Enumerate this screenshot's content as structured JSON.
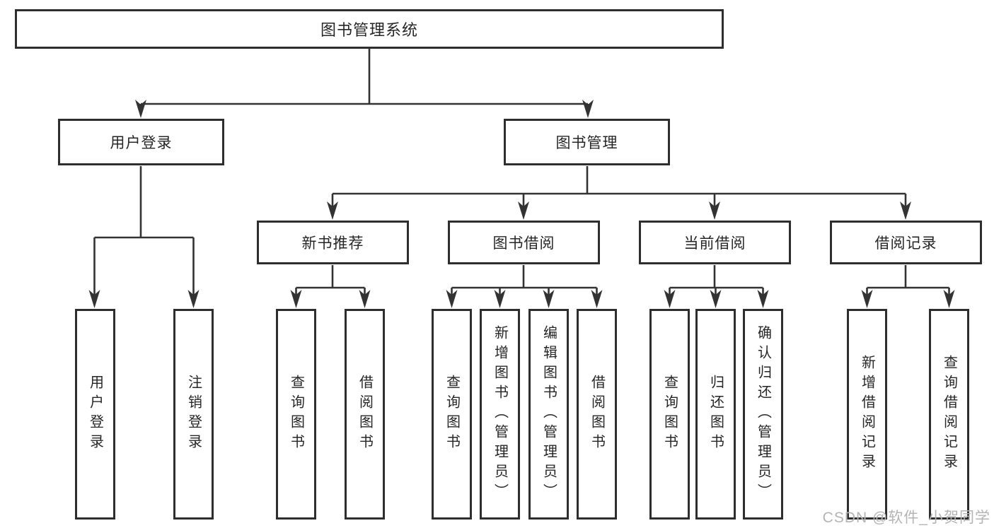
{
  "diagram": {
    "root": {
      "label": "图书管理系统"
    },
    "level2": [
      {
        "label": "用户登录"
      },
      {
        "label": "图书管理"
      }
    ],
    "level3": [
      {
        "label": "新书推荐",
        "parent": "图书管理"
      },
      {
        "label": "图书借阅",
        "parent": "图书管理"
      },
      {
        "label": "当前借阅",
        "parent": "图书管理"
      },
      {
        "label": "借阅记录",
        "parent": "图书管理"
      }
    ],
    "leaves": [
      {
        "label": "用户登录",
        "parent": "用户登录"
      },
      {
        "label": "注销登录",
        "parent": "用户登录"
      },
      {
        "label": "查询图书",
        "parent": "新书推荐"
      },
      {
        "label": "借阅图书",
        "parent": "新书推荐"
      },
      {
        "label": "查询图书",
        "parent": "图书借阅"
      },
      {
        "label": "新增图书（管理员）",
        "parent": "图书借阅"
      },
      {
        "label": "编辑图书（管理员）",
        "parent": "图书借阅"
      },
      {
        "label": "借阅图书",
        "parent": "图书借阅"
      },
      {
        "label": "查询图书",
        "parent": "当前借阅"
      },
      {
        "label": "归还图书",
        "parent": "当前借阅"
      },
      {
        "label": "确认归还（管理员）",
        "parent": "当前借阅"
      },
      {
        "label": "新增借阅记录",
        "parent": "借阅记录"
      },
      {
        "label": "查询借阅记录",
        "parent": "借阅记录"
      }
    ],
    "watermark": "CSDN @软件_小贺同学",
    "colors": {
      "border": "#2e2e2e",
      "line": "#333333",
      "text": "#262626",
      "watermark": "#b4b4b4",
      "background": "#ffffff"
    }
  }
}
